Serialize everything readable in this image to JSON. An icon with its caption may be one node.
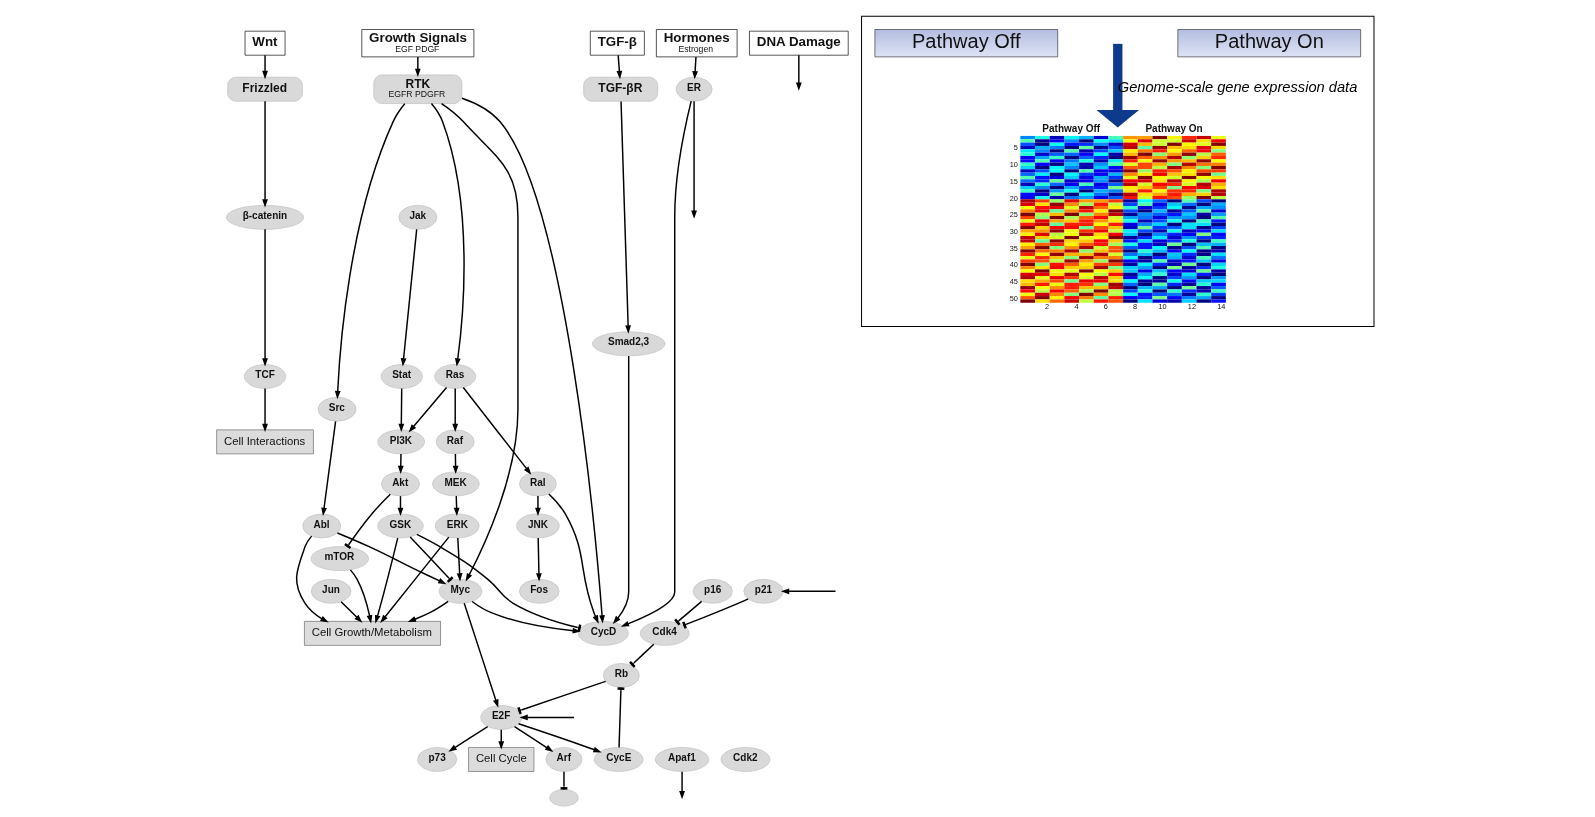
{
  "diagram": {
    "nodes": [
      {
        "text": [
          "Wnt"
        ]
      },
      {
        "text": [
          "Growth Signals",
          "EGF PDGF"
        ]
      },
      {
        "text": [
          "TGF-β"
        ]
      },
      {
        "text": [
          "Hormones",
          "Estrogen"
        ]
      },
      {
        "text": [
          "DNA Damage"
        ]
      },
      {
        "text": [
          "Frizzled"
        ]
      },
      {
        "text": [
          "RTK",
          "EGFR PDGFR"
        ]
      },
      {
        "text": [
          "TGF-βR"
        ]
      },
      {
        "text": [
          "Jak"
        ]
      },
      {
        "text": [
          "β-catenin"
        ]
      },
      {
        "text": [
          "Src"
        ]
      },
      {
        "text": [
          "Ras"
        ]
      },
      {
        "text": [
          "Stat"
        ]
      },
      {
        "text": [
          "Myc"
        ]
      },
      {
        "text": [
          "Smad2,3"
        ]
      },
      {
        "text": [
          "ER"
        ]
      },
      {
        "text": [
          "CycD"
        ]
      },
      {
        "text": [
          "Cdk4"
        ]
      },
      {
        "text": [
          "TCF"
        ]
      },
      {
        "text": [
          "Ral"
        ]
      },
      {
        "text": [
          "Raf"
        ]
      },
      {
        "text": [
          "PI3K"
        ]
      },
      {
        "text": [
          "Abl"
        ]
      },
      {
        "text": [
          "p16"
        ]
      },
      {
        "text": [
          "p21"
        ]
      },
      {
        "text": [
          "JNK"
        ]
      },
      {
        "text": [
          "MEK"
        ]
      },
      {
        "text": [
          "Akt"
        ]
      },
      {
        "text": [
          "Rb"
        ]
      },
      {
        "text": [
          "GSK"
        ]
      },
      {
        "text": [
          "Fos"
        ]
      },
      {
        "text": [
          "Jun"
        ]
      },
      {
        "text": [
          "ERK"
        ]
      },
      {
        "text": [
          "mTOR"
        ]
      },
      {
        "text": [
          "E2F"
        ]
      },
      {
        "text": [
          "Arf"
        ]
      },
      {
        "text": [],
        "shape": "ellipse"
      },
      {
        "text": [
          "CycE"
        ]
      },
      {
        "text": [
          "Cdk2"
        ]
      },
      {
        "text": [
          "p73"
        ]
      },
      {
        "text": [
          "Apaf1"
        ]
      },
      {
        "text": [
          "Cell Interactions"
        ]
      },
      {
        "text": [
          "Cell Growth/Metabolism"
        ]
      },
      {
        "text": [
          "Cell Cycle"
        ]
      },
      {
        "text": [],
        "shape": "box"
      },
      {
        "text": [
          "Pathway Off"
        ],
        "in": 44
      },
      {
        "text": [
          "Pathway On"
        ],
        "in": 44
      },
      {
        "text": [
          "Pathway Off",
          "Pathway On"
        ],
        "in": 44,
        "beside": [
          "5",
          "10",
          "15",
          "20",
          "25",
          "30",
          "35",
          "40",
          "45",
          "50",
          "2",
          "4",
          "6",
          "8",
          "10",
          "12",
          "14"
        ]
      }
    ],
    "edges": [
      {
        "from": 0,
        "to": 5,
        "arrow": "to"
      },
      {
        "from": 1,
        "to": 6,
        "arrow": "to"
      },
      {
        "from": 2,
        "to": 7,
        "arrow": "to"
      },
      {
        "from": 3,
        "to": 15,
        "arrow": "to"
      },
      {
        "from": 4,
        "to": null,
        "arrow": "to"
      },
      {
        "from": 5,
        "to": 9,
        "arrow": "to"
      },
      {
        "from": 9,
        "to": 18,
        "arrow": "to"
      },
      {
        "from": 18,
        "to": 41,
        "arrow": "to"
      },
      {
        "from": 6,
        "to": 10,
        "arrow": "to"
      },
      {
        "from": 6,
        "to": 11,
        "arrow": "to"
      },
      {
        "from": 6,
        "to": 13,
        "arrow": "to"
      },
      {
        "from": 6,
        "to": 16,
        "arrow": "to"
      },
      {
        "from": 8,
        "to": 12,
        "arrow": "to"
      },
      {
        "from": 7,
        "to": 14,
        "arrow": "to"
      },
      {
        "from": 12,
        "to": 21,
        "arrow": "to"
      },
      {
        "from": 11,
        "to": 19,
        "arrow": "to"
      },
      {
        "from": 11,
        "to": 20,
        "arrow": "to"
      },
      {
        "from": 11,
        "to": 21,
        "arrow": "to"
      },
      {
        "from": 10,
        "to": 22,
        "arrow": "to"
      },
      {
        "from": 22,
        "to": 42,
        "arrow": "to"
      },
      {
        "from": 22,
        "to": 13,
        "arrow": "to"
      },
      {
        "from": 19,
        "to": 16,
        "arrow": "to"
      },
      {
        "from": 19,
        "to": 25,
        "arrow": "to"
      },
      {
        "from": 20,
        "to": 26,
        "arrow": "to"
      },
      {
        "from": 21,
        "to": 27,
        "arrow": "to"
      },
      {
        "from": 25,
        "to": 30,
        "arrow": "to"
      },
      {
        "from": 26,
        "to": 32,
        "arrow": "to"
      },
      {
        "from": 27,
        "to": 33,
        "arrow": "other"
      },
      {
        "from": 27,
        "to": 29,
        "arrow": "to"
      },
      {
        "from": 31,
        "to": 42,
        "arrow": "to"
      },
      {
        "from": 32,
        "to": 42,
        "arrow": "to"
      },
      {
        "from": 32,
        "to": 13,
        "arrow": "to"
      },
      {
        "from": 33,
        "to": 42,
        "arrow": "to"
      },
      {
        "from": 29,
        "to": 42,
        "arrow": "to"
      },
      {
        "from": 29,
        "to": 13,
        "arrow": "other"
      },
      {
        "from": 29,
        "to": 16,
        "arrow": "other"
      },
      {
        "from": 13,
        "to": 16,
        "arrow": "to"
      },
      {
        "from": 13,
        "to": 34,
        "arrow": "to"
      },
      {
        "from": 13,
        "to": 42,
        "arrow": "to"
      },
      {
        "from": 14,
        "to": 16,
        "arrow": "to"
      },
      {
        "from": 15,
        "to": 16,
        "arrow": "to"
      },
      {
        "from": 15,
        "to": null,
        "arrow": "to"
      },
      {
        "from": 23,
        "to": 17,
        "arrow": "other"
      },
      {
        "from": 24,
        "to": 17,
        "arrow": "other"
      },
      {
        "from": 17,
        "to": 28,
        "arrow": "other"
      },
      {
        "from": 28,
        "to": 34,
        "arrow": "other"
      },
      {
        "from": 37,
        "to": 28,
        "arrow": "other"
      },
      {
        "from": 34,
        "to": 35,
        "arrow": "to"
      },
      {
        "from": 35,
        "to": 36,
        "arrow": "other"
      },
      {
        "from": 34,
        "to": 37,
        "arrow": "to"
      },
      {
        "from": 34,
        "to": 39,
        "arrow": "to"
      },
      {
        "from": 34,
        "to": 43,
        "arrow": "to"
      },
      {
        "from": 40,
        "to": null,
        "arrow": "to"
      },
      {
        "from": null,
        "to": 24,
        "arrow": "to"
      },
      {
        "from": null,
        "to": 34,
        "arrow": "to"
      },
      {
        "from": null,
        "to": 47,
        "arrow": "to",
        "label": "Genome-scale gene expression data",
        "style": "thick",
        "color": "#0d3a8c"
      }
    ]
  }
}
